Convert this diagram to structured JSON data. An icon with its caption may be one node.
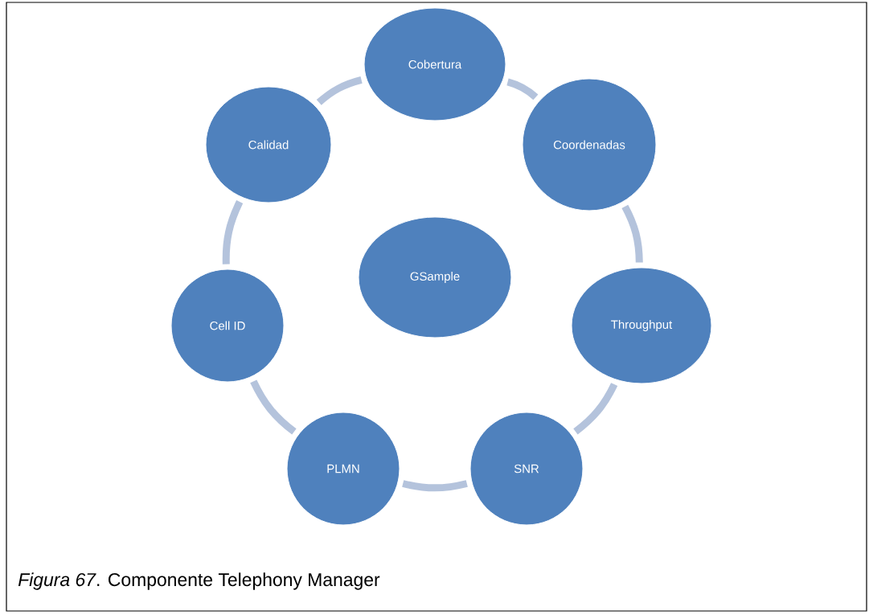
{
  "diagram": {
    "caption": "*Figura 67*. Componente Telephony Manager",
    "nodes": [
      {
        "text": [
          "Cobertura"
        ]
      },
      {
        "text": [
          "Coordenadas"
        ]
      },
      {
        "text": [
          "Throughput"
        ]
      },
      {
        "text": [
          "SNR"
        ]
      },
      {
        "text": [
          "PLMN"
        ]
      },
      {
        "text": [
          "Cell ID"
        ]
      },
      {
        "text": [
          "Calidad"
        ]
      },
      {
        "text": [
          "GSample"
        ]
      }
    ],
    "edges": [
      {
        "from": 0,
        "to": 1,
        "arrow": "none"
      },
      {
        "from": 1,
        "to": 2,
        "arrow": "none"
      },
      {
        "from": 2,
        "to": 3,
        "arrow": "none"
      },
      {
        "from": 3,
        "to": 4,
        "arrow": "none"
      },
      {
        "from": 4,
        "to": 5,
        "arrow": "none"
      },
      {
        "from": 5,
        "to": 6,
        "arrow": "none"
      },
      {
        "from": 6,
        "to": 0,
        "arrow": "none"
      }
    ]
  }
}
